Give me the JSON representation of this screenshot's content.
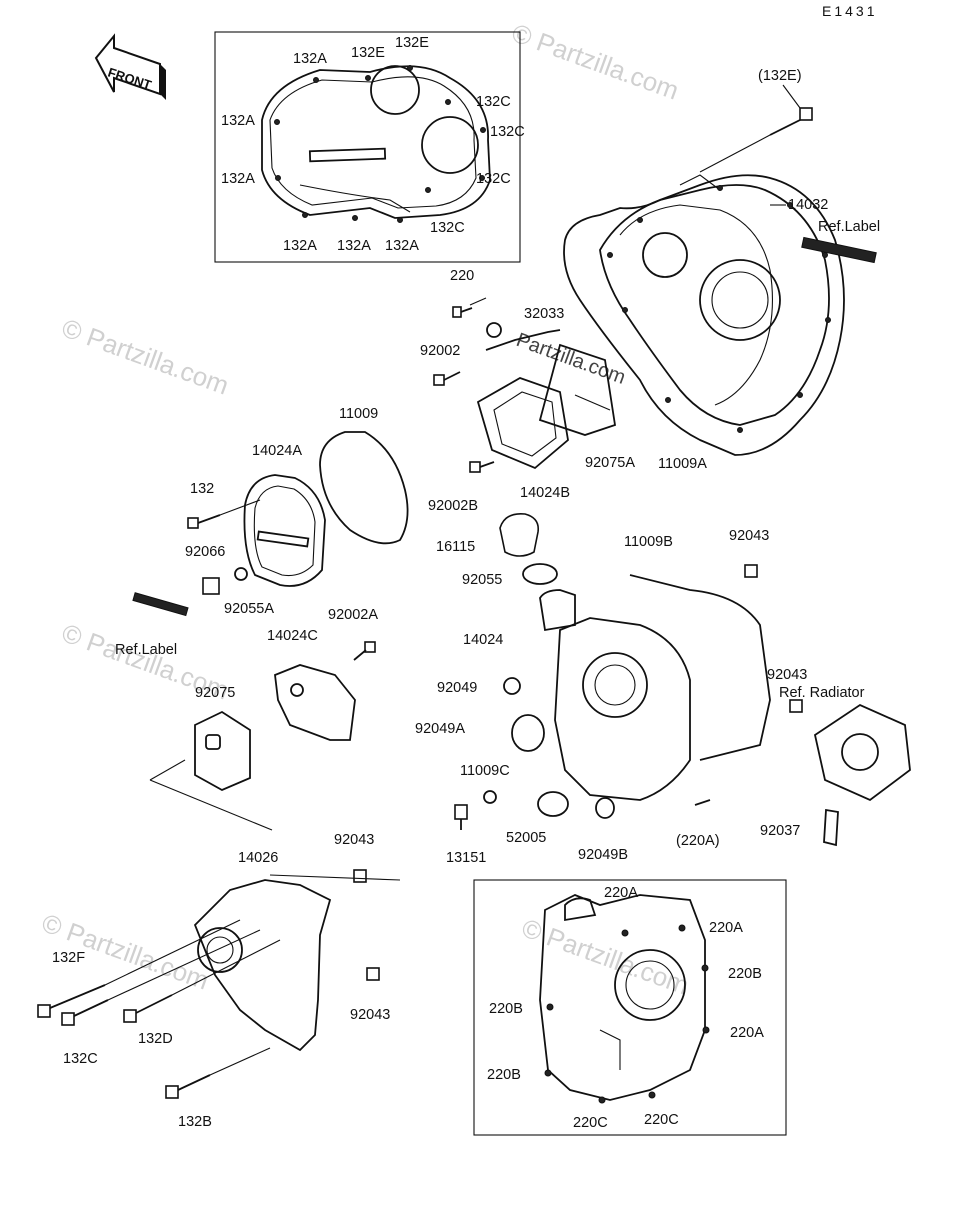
{
  "diagram_code": "E1431",
  "front_label": "FRONT",
  "watermark": "Partzilla.com",
  "watermark_small": "© Partzilla.com",
  "inset_top": {
    "callouts": [
      "132A",
      "132E",
      "132E",
      "132A",
      "132C",
      "132C",
      "132A",
      "132C",
      "132A",
      "132A",
      "132A",
      "132C"
    ]
  },
  "inset_bottom": {
    "callouts": [
      "220A",
      "220A",
      "220B",
      "220B",
      "220A",
      "220B",
      "220C",
      "220C"
    ]
  },
  "parts": {
    "p132E_ref": "(132E)",
    "p14032": "14032",
    "ref_label_top": "Ref.Label",
    "p220": "220",
    "p32033": "32033",
    "p92002": "92002",
    "p92075A": "92075A",
    "p11009A": "11009A",
    "p11009": "11009",
    "p14024A": "14024A",
    "p132": "132",
    "p92066": "92066",
    "p92055A": "92055A",
    "p92002B": "92002B",
    "p14024B": "14024B",
    "p16115": "16115",
    "p11009B": "11009B",
    "p92043a": "92043",
    "p92055": "92055",
    "ref_label_left": "Ref.Label",
    "p92002A": "92002A",
    "p14024C": "14024C",
    "p14024": "14024",
    "p92043b": "92043",
    "ref_radiator": "Ref. Radiator",
    "p92049": "92049",
    "p92075": "92075",
    "p92049A": "92049A",
    "p11009C": "11009C",
    "p92037": "92037",
    "p13151": "13151",
    "p52005": "52005",
    "p92049B": "92049B",
    "p220A_ref": "(220A)",
    "p92043c": "92043",
    "p14026": "14026",
    "p132F": "132F",
    "p132C": "132C",
    "p132D": "132D",
    "p92043d": "92043",
    "p132B": "132B"
  }
}
